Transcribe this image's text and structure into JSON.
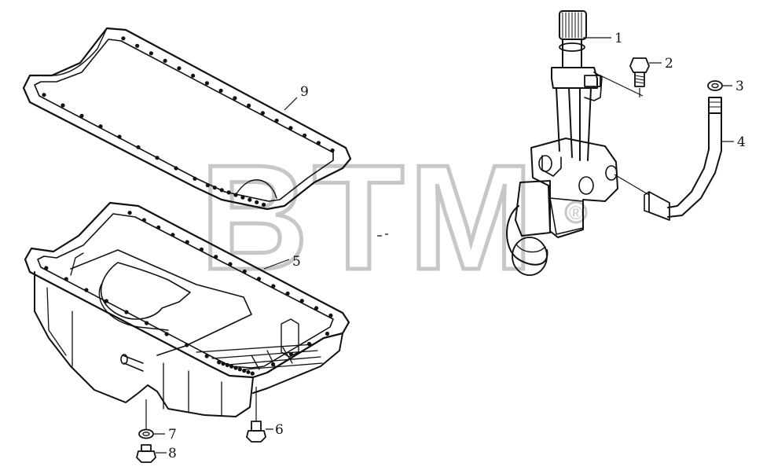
{
  "watermark": {
    "text": "BTM",
    "registered_mark": "®"
  },
  "callouts": [
    {
      "number": "1",
      "part": "oil-pump"
    },
    {
      "number": "2",
      "part": "bolt"
    },
    {
      "number": "3",
      "part": "sealing-washer"
    },
    {
      "number": "4",
      "part": "oil-pipe"
    },
    {
      "number": "5",
      "part": "oil-pan"
    },
    {
      "number": "6",
      "part": "drain-plug"
    },
    {
      "number": "7",
      "part": "drain-washer"
    },
    {
      "number": "8",
      "part": "drain-plug-bolt"
    },
    {
      "number": "9",
      "part": "oil-pan-gasket"
    }
  ],
  "colors": {
    "ink": "#111111",
    "watermark": "#c8c8c8",
    "background": "#ffffff"
  }
}
